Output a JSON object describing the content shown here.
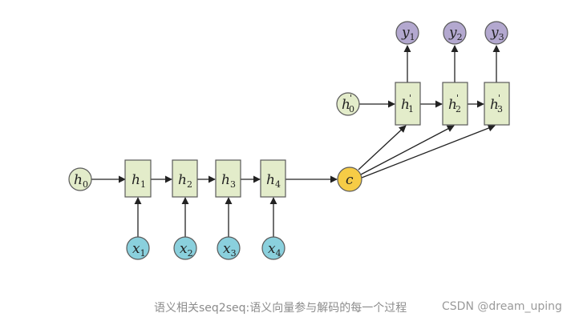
{
  "colors": {
    "box_fill": "#e3ecca",
    "box_stroke": "#5a5a5a",
    "x_node_fill": "#8ad0dd",
    "y_node_fill": "#b3a8cf",
    "h0_fill": "#e3ecca",
    "c_fill": "#f6cc46",
    "edge": "#222222"
  },
  "diagram": {
    "encoder": {
      "initial_state": {
        "base": "h",
        "sub": "0"
      },
      "states": [
        {
          "base": "h",
          "sub": "1"
        },
        {
          "base": "h",
          "sub": "2"
        },
        {
          "base": "h",
          "sub": "3"
        },
        {
          "base": "h",
          "sub": "4"
        }
      ],
      "inputs": [
        {
          "base": "x",
          "sub": "1"
        },
        {
          "base": "x",
          "sub": "2"
        },
        {
          "base": "x",
          "sub": "3"
        },
        {
          "base": "x",
          "sub": "4"
        }
      ]
    },
    "context": {
      "label": "c"
    },
    "decoder": {
      "initial_state": {
        "base": "h",
        "prime": "'",
        "sub": "0"
      },
      "states": [
        {
          "base": "h",
          "prime": "'",
          "sub": "1"
        },
        {
          "base": "h",
          "prime": "'",
          "sub": "2"
        },
        {
          "base": "h",
          "prime": "'",
          "sub": "3"
        }
      ],
      "outputs": [
        {
          "base": "y",
          "sub": "1"
        },
        {
          "base": "y",
          "sub": "2"
        },
        {
          "base": "y",
          "sub": "3"
        }
      ]
    }
  },
  "caption": "语义相关seq2seq:语义向量参与解码的每一个过程",
  "watermark": "CSDN @dream_uping"
}
